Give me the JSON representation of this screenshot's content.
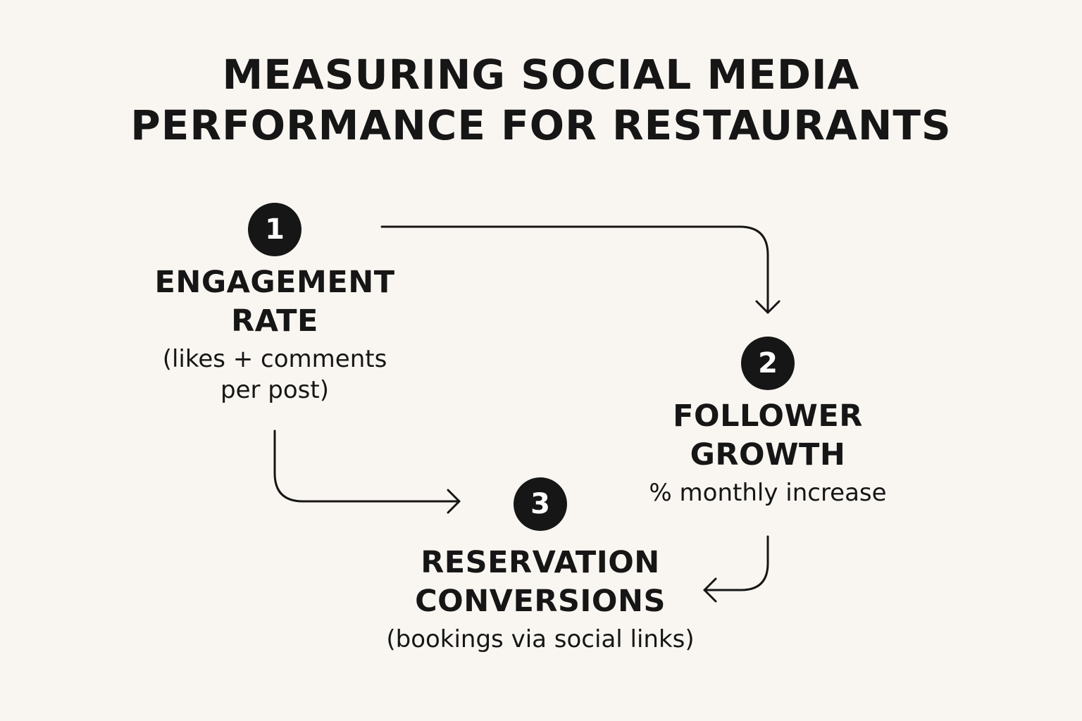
{
  "title": {
    "line1": "MEASURING SOCIAL MEDIA",
    "line2": "PERFORMANCE FOR RESTAURANTS"
  },
  "steps": [
    {
      "number": "1",
      "title_lines": [
        "ENGAGEMENT",
        "RATE"
      ],
      "desc_lines": [
        "(likes + comments",
        "per post)"
      ]
    },
    {
      "number": "2",
      "title_lines": [
        "FOLLOWER",
        "GROWTH"
      ],
      "desc_lines": [
        "% monthly increase"
      ]
    },
    {
      "number": "3",
      "title_lines": [
        "RESERVATION",
        "CONVERSIONS"
      ],
      "desc_lines": [
        "(bookings via social links)"
      ]
    }
  ],
  "colors": {
    "background": "#f9f6f1",
    "ink": "#161616",
    "badge_text": "#ffffff"
  }
}
